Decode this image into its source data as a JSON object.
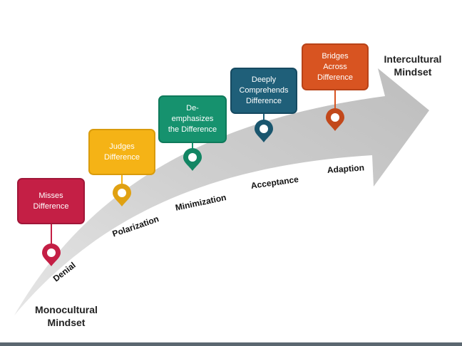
{
  "diagram": {
    "start_label": "Monocultural\nMindset",
    "end_label": "Intercultural\nMindset",
    "stages": [
      {
        "label": "Denial",
        "description": "Misses\nDifference",
        "color": "#c41f45"
      },
      {
        "label": "Polarization",
        "description": "Judges\nDifference",
        "color": "#f5b316"
      },
      {
        "label": "Minimization",
        "description": "De-\nemphasizes\nthe Difference",
        "color": "#16926e"
      },
      {
        "label": "Acceptance",
        "description": "Deeply\nComprehends\nDifference",
        "color": "#1f5f79"
      },
      {
        "label": "Adaption",
        "description": "Bridges\nAcross\nDifference",
        "color": "#d85421"
      }
    ],
    "arrow_color": "#c8c8c8"
  }
}
